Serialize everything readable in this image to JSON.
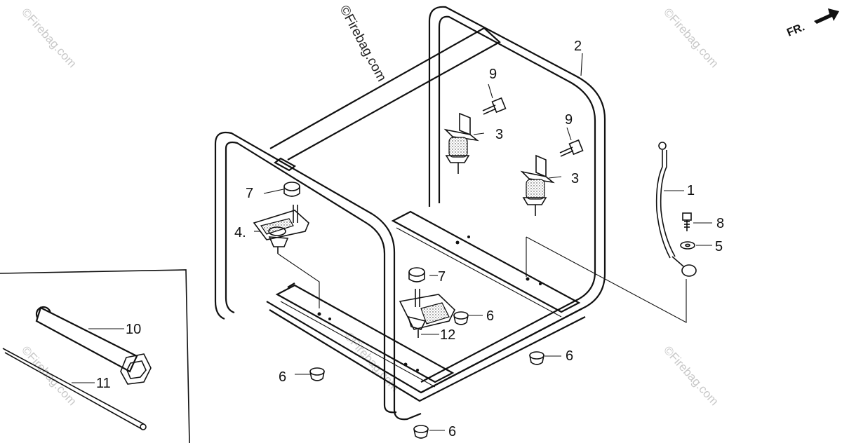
{
  "watermarks": {
    "main": "©Firebag.com",
    "repeat": "©Firebag.com"
  },
  "orientation": {
    "label": "FR."
  },
  "callouts": [
    {
      "id": "c1",
      "label": "1"
    },
    {
      "id": "c2",
      "label": "2"
    },
    {
      "id": "c3a",
      "label": "3"
    },
    {
      "id": "c3b",
      "label": "3"
    },
    {
      "id": "c4",
      "label": "4."
    },
    {
      "id": "c5",
      "label": "5"
    },
    {
      "id": "c6a",
      "label": "6"
    },
    {
      "id": "c6b",
      "label": "6"
    },
    {
      "id": "c6c",
      "label": "6"
    },
    {
      "id": "c6d",
      "label": "6"
    },
    {
      "id": "c7a",
      "label": "7"
    },
    {
      "id": "c7b",
      "label": "7"
    },
    {
      "id": "c8",
      "label": "8"
    },
    {
      "id": "c9a",
      "label": "9"
    },
    {
      "id": "c9b",
      "label": "9"
    },
    {
      "id": "c10",
      "label": "10"
    },
    {
      "id": "c11",
      "label": "11"
    },
    {
      "id": "c12",
      "label": "12"
    }
  ],
  "colors": {
    "line": "#111111",
    "background": "#ffffff",
    "watermark": "#c8c8c8"
  }
}
